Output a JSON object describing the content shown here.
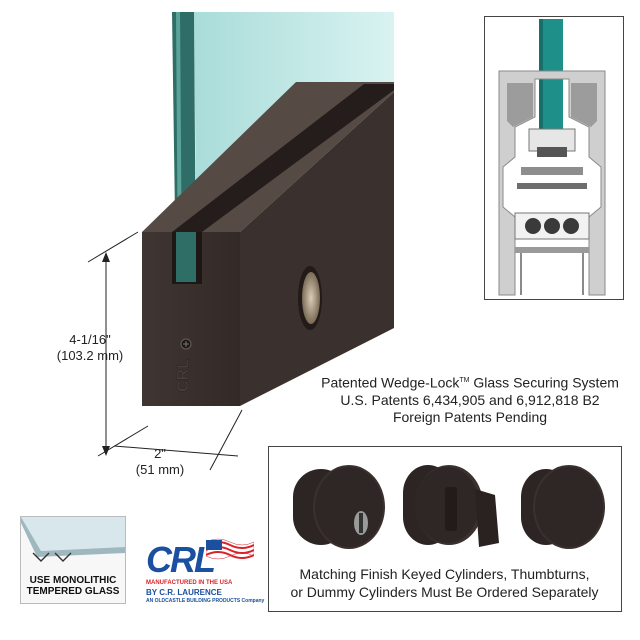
{
  "product": {
    "height_label": "4-1/16\"",
    "height_metric": "(103.2 mm)",
    "width_label": "2\"",
    "width_metric": "(51 mm)"
  },
  "patent": {
    "line1_a": "Patented Wedge-Lock",
    "line1_tm": "TM",
    "line1_b": " Glass Securing System",
    "line2": "U.S. Patents 6,434,905 and 6,912,818 B2",
    "line3": "Foreign Patents Pending"
  },
  "cylinders": {
    "caption_line1": "Matching Finish Keyed Cylinders, Thumbturns,",
    "caption_line2": "or Dummy Cylinders Must Be Ordered Separately"
  },
  "glass_badge": {
    "line1": "USE MONOLITHIC",
    "line2": "TEMPERED GLASS"
  },
  "brand": {
    "logo_text": "CRL",
    "tagline1": "MANUFACTURED IN THE USA",
    "tagline2": "BY C.R. LAURENCE",
    "tagline3": "AN OLDCASTLE BUILDING PRODUCTS Company"
  },
  "colors": {
    "rail": "#3b322f",
    "glass": "#bfe7e6",
    "glass_edge": "#2e6f68",
    "cross_section_glass": "#1f8f8a",
    "logo_red": "#d8232a",
    "logo_blue": "#1b4fa0"
  }
}
